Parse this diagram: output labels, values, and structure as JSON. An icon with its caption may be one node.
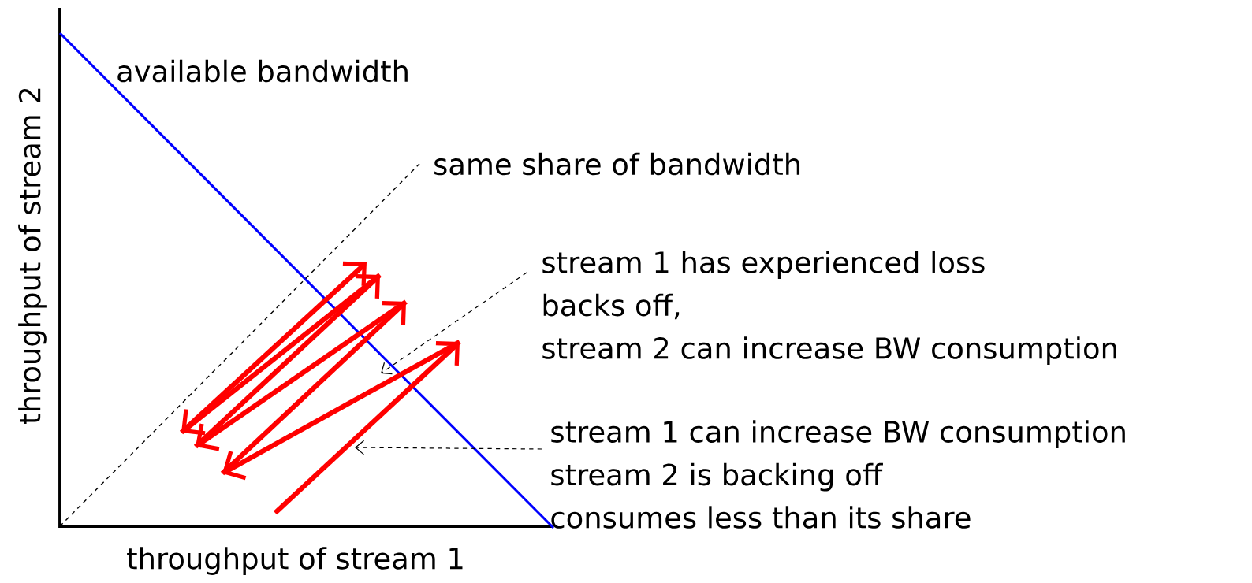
{
  "diagram": {
    "nodes": [
      {
        "text": [
          "stream 1 has experienced loss",
          "backs off,",
          "stream 2 can increase BW consumption"
        ]
      },
      {
        "text": [
          "stream 1 can increase BW consumption",
          "stream 2 is backing off",
          "consumes less than its share"
        ]
      }
    ],
    "edges": [
      {
        "from": 0,
        "to": null,
        "arrow": "to",
        "style": "dashed"
      },
      {
        "from": 1,
        "to": null,
        "arrow": "to",
        "style": "dashed"
      }
    ],
    "labels": [
      "available bandwidth",
      "same share of bandwidth",
      "throughput of stream 2",
      "throughput of stream 1"
    ]
  }
}
